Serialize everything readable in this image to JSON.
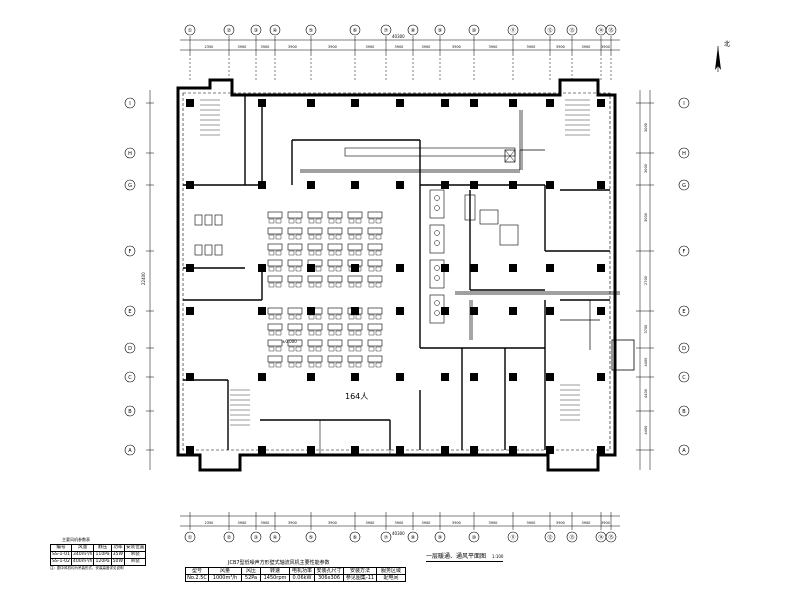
{
  "grid": {
    "columns": [
      "①",
      "②",
      "③",
      "④",
      "⑤",
      "⑥",
      "⑦",
      "⑧",
      "⑨",
      "⑩",
      "⑪",
      "⑫",
      "⑬",
      "⑭",
      "⑮"
    ],
    "rows": [
      "A",
      "B",
      "C",
      "D",
      "E",
      "F",
      "G",
      "H",
      "I"
    ],
    "top_dims": [
      "2350",
      "3900",
      "3900",
      "3900",
      "3900",
      "3900",
      "3900",
      "3900",
      "3900",
      "3900",
      "3900",
      "3900",
      "3900",
      "3900",
      "2350"
    ],
    "bottom_dims": [
      "2350",
      "3900",
      "3900",
      "3900",
      "3900",
      "3900",
      "3900",
      "3900",
      "3900",
      "3900",
      "3900",
      "3900",
      "3900",
      "3900",
      "2350"
    ],
    "total_width": "40300",
    "right_dims": [
      "4400",
      "4400",
      "4400",
      "3700",
      "2700",
      "3000",
      "3000",
      "3000"
    ],
    "left_total": "22400"
  },
  "rooms": {
    "dining_hall_count": "164人",
    "elevation_mark": "±0.000"
  },
  "side_table": {
    "title": "主要风机参数表",
    "headers": [
      "编号",
      "风量",
      "静压",
      "功率",
      "安装位置"
    ],
    "rows": [
      [
        "SS-1-01",
        "340m³/h",
        "110Pa",
        "35W",
        "吊装"
      ],
      [
        "SS-1-02",
        "400m³/h",
        "120Pa",
        "50W",
        "吊装"
      ]
    ],
    "note": "注：图中风机均为吊装形式，安装高度详见说明"
  },
  "main_table": {
    "title": "JCB7型低噪声方形壁式轴流风机主要性能参数",
    "headers": [
      "型号",
      "风量",
      "风压",
      "转速",
      "电机功率",
      "安装孔尺寸",
      "安装方法",
      "服务区域"
    ],
    "values": [
      "No.2.5C",
      "1000m³/h",
      "52Pa",
      "1450rpm",
      "0.06kW",
      "306x306",
      "参见图集-11",
      "配电间"
    ]
  },
  "drawing_title": "一层暖通、通风平面图",
  "drawing_scale": "1:100",
  "north": "北"
}
